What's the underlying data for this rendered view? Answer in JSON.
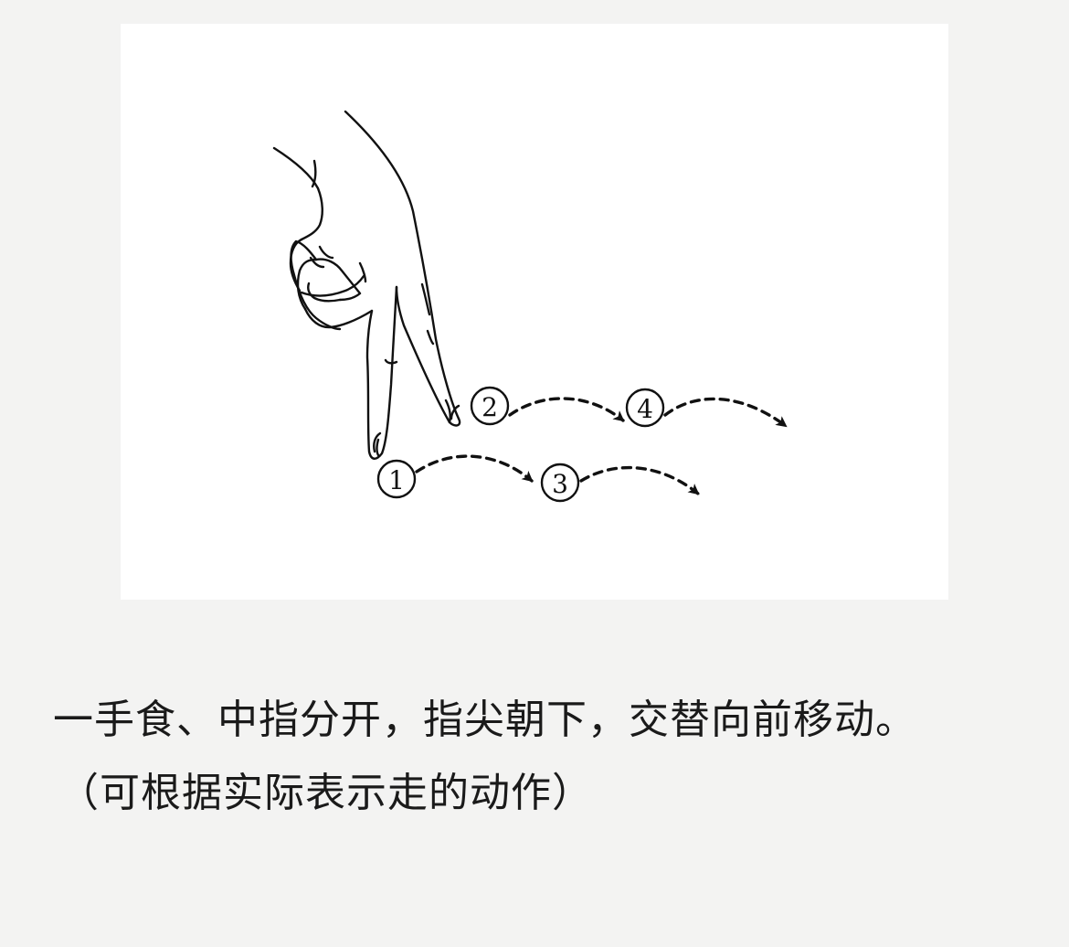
{
  "illustration": {
    "step_labels": [
      "1",
      "2",
      "3",
      "4"
    ]
  },
  "caption": {
    "line1": "一手食、中指分开，指尖朝下，交替向前移动。",
    "line2": "（可根据实际表示走的动作）"
  }
}
